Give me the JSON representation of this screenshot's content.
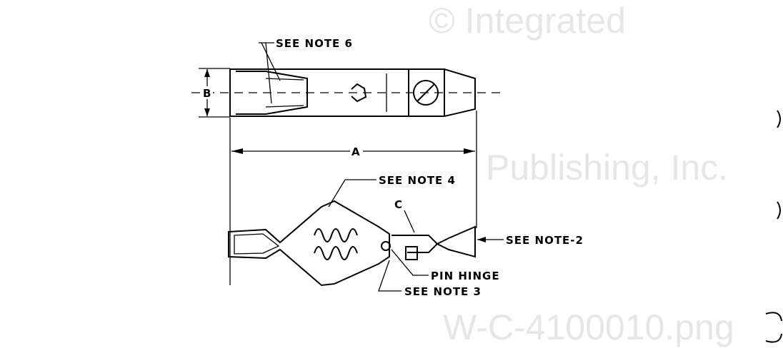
{
  "labels": {
    "note6": "SEE NOTE 6",
    "dim_b": "B",
    "dim_a": "A",
    "note4": "SEE NOTE 4",
    "dim_c": "C",
    "note2": "SEE NOTE-2",
    "pin_hinge": "PIN HINGE",
    "note3": "SEE NOTE 3"
  },
  "watermark": {
    "line1": "© Integrated",
    "line2": "Publishing, Inc.",
    "line3": "W-C-4100010.png"
  }
}
